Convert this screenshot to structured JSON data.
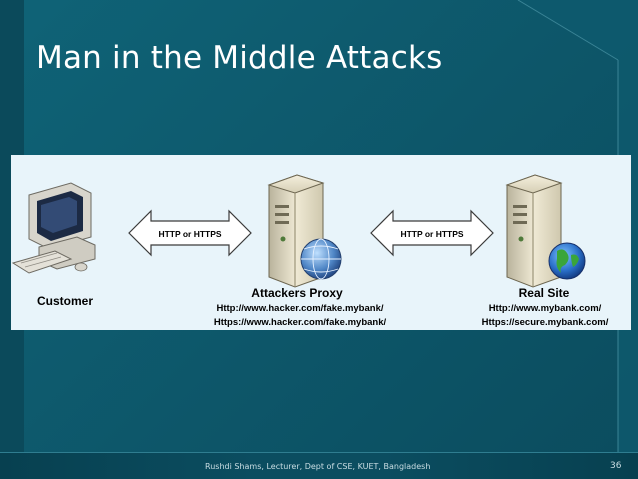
{
  "title": "Man in the Middle Attacks",
  "diagram": {
    "customer": {
      "label": "Customer"
    },
    "arrow_left_label": "HTTP or HTTPS",
    "arrow_right_label": "HTTP or HTTPS",
    "proxy": {
      "label": "Attackers Proxy",
      "url1": "Http://www.hacker.com/fake.mybank/",
      "url2": "Https://www.hacker.com/fake.mybank/"
    },
    "real_site": {
      "label": "Real Site",
      "url1": "Http://www.mybank.com/",
      "url2": "Https://secure.mybank.com/"
    }
  },
  "footer": {
    "text": "Rushdi Shams, Lecturer, Dept of CSE, KUET, Bangladesh",
    "page": "36"
  },
  "colors": {
    "background": "#0d5669",
    "diagram_bg": "#e8f4fa",
    "arrow_fill": "#ffffff",
    "label_text": "#000000"
  }
}
